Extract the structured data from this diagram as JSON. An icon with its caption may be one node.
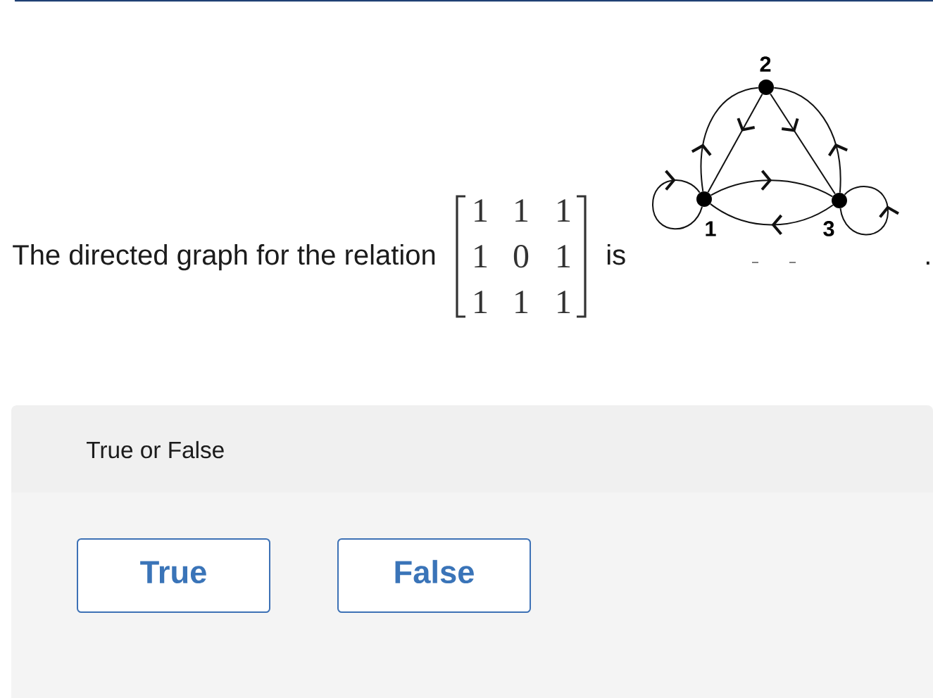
{
  "diagram": {
    "nodes": [
      {
        "text": [],
        "shape": "circle",
        "beside": [
          "1"
        ]
      },
      {
        "text": [],
        "shape": "circle",
        "beside": [
          "2"
        ]
      },
      {
        "text": [],
        "shape": "circle",
        "beside": [
          "3"
        ]
      },
      {
        "text": [
          "True"
        ]
      },
      {
        "text": [
          "False"
        ]
      }
    ],
    "edges": [
      {
        "from": 0,
        "to": 0,
        "arrow": "to"
      },
      {
        "from": 0,
        "to": 1,
        "arrow": "to"
      },
      {
        "from": 1,
        "to": 0,
        "arrow": "to"
      },
      {
        "from": 1,
        "to": 2,
        "arrow": "to"
      },
      {
        "from": 2,
        "to": 1,
        "arrow": "to"
      },
      {
        "from": 0,
        "to": 2,
        "arrow": "to"
      },
      {
        "from": 2,
        "to": 0,
        "arrow": "to"
      },
      {
        "from": 2,
        "to": 2,
        "arrow": "to"
      }
    ],
    "labels": [
      "The directed graph for the relation",
      "1",
      "1",
      "1",
      "1",
      "0",
      "1",
      "1",
      "1",
      "1",
      "is",
      ".",
      "True or False"
    ]
  }
}
